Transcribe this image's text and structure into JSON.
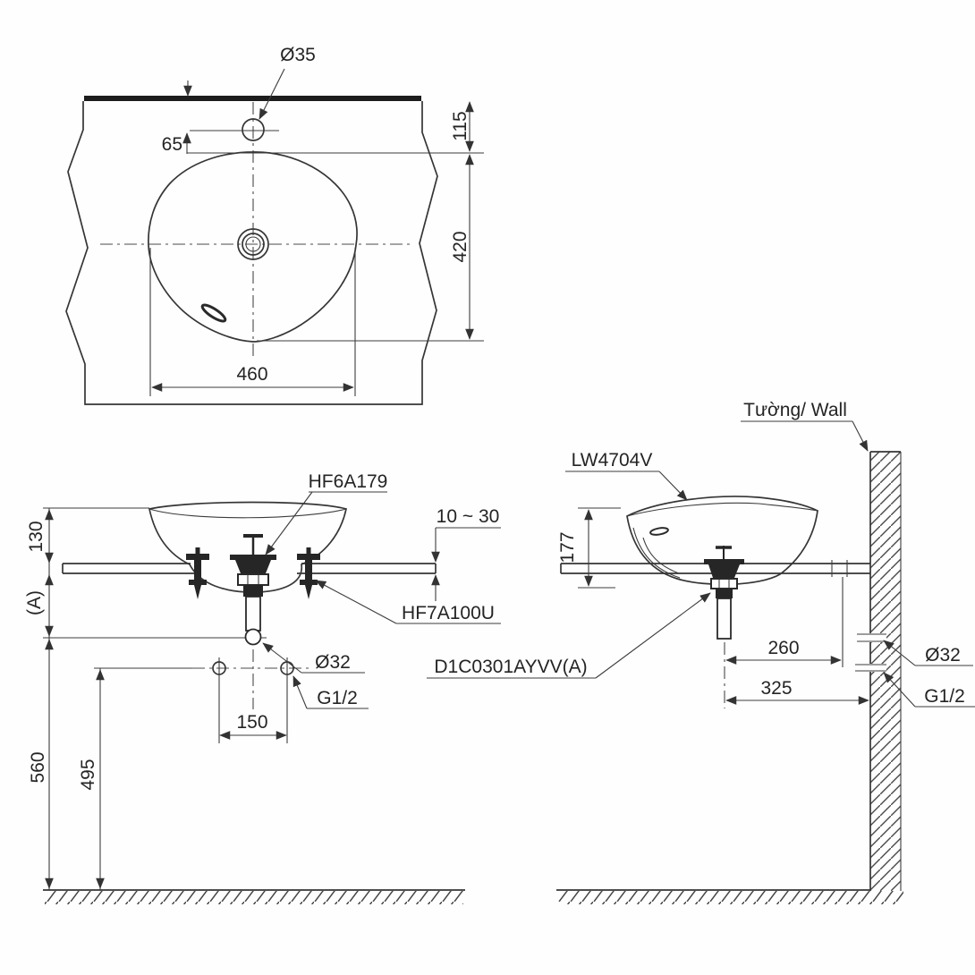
{
  "palette": {
    "line": "#3a3a3a",
    "text": "#242424",
    "background": "#fefefe"
  },
  "top_view": {
    "faucet_hole_dia": "Ø35",
    "faucet_offset": "65",
    "edge_to_basin": "115",
    "basin_depth": "420",
    "basin_width": "460"
  },
  "front_view": {
    "popup_waste_label": "HF6A179",
    "counter_thickness_range": "10 ~ 30",
    "rim_above_counter": "130",
    "counter_to_outlet_ref": "(A)",
    "fixing_bolt_label": "HF7A100U",
    "waste_pipe_dia": "Ø32",
    "supply_thread": "G1/2",
    "supply_pitch": "150",
    "outlet_height": "560",
    "supply_height": "495",
    "drain_fitting_label": "D1C0301AYVV(A)"
  },
  "side_view": {
    "wall_label": "Tường/ Wall",
    "product_code": "LW4704V",
    "basin_total_height": "177",
    "outlet_to_wall": "260",
    "center_to_wall": "325",
    "wall_waste_dia": "Ø32",
    "wall_supply_thread": "G1/2"
  }
}
